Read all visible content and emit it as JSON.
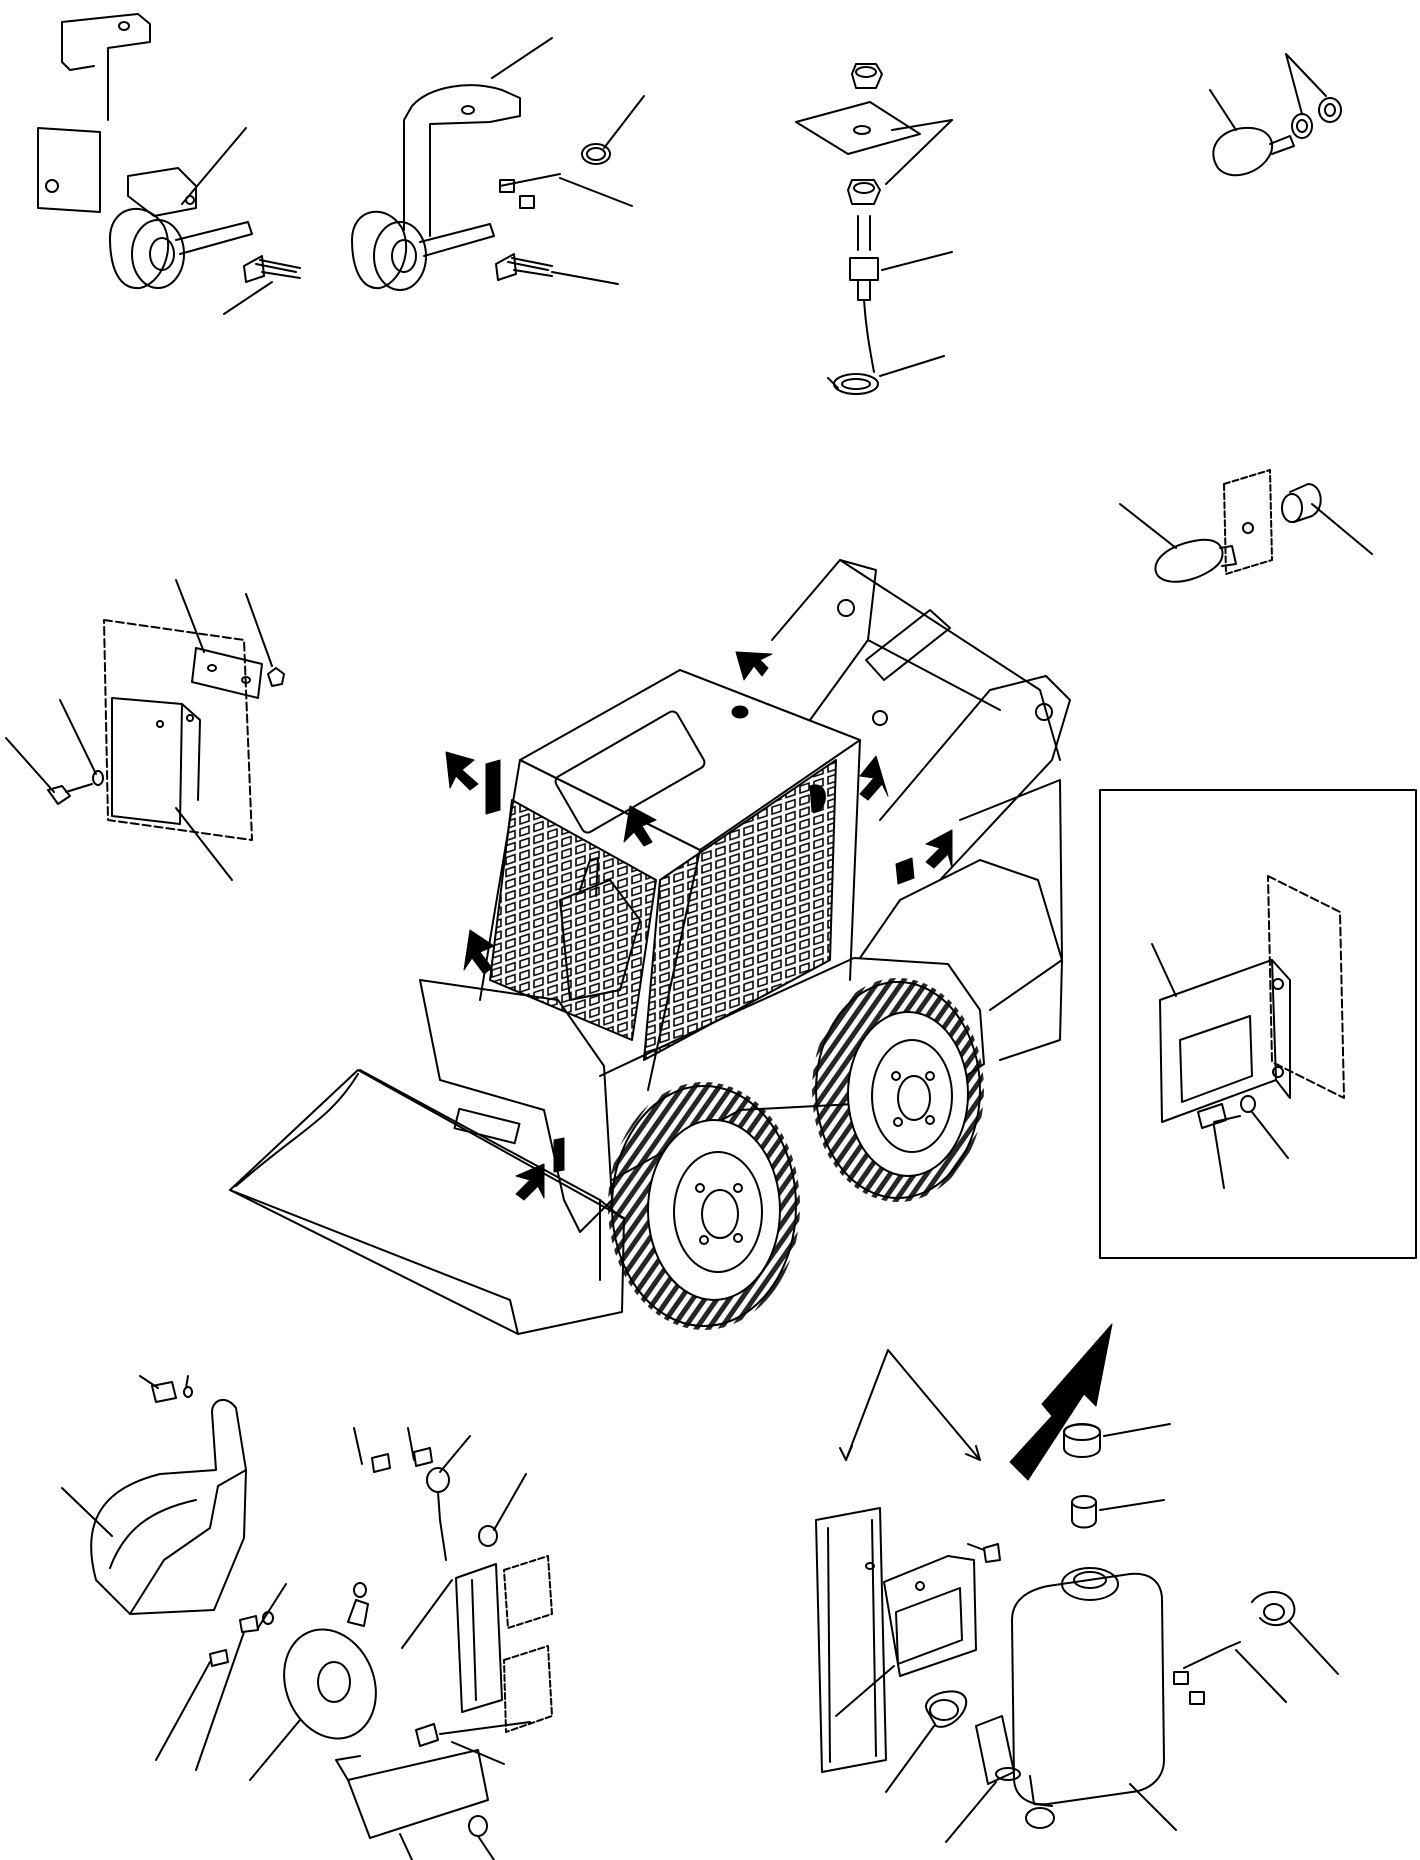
{
  "diagram": {
    "kind": "exploded parts diagram (no printed text)",
    "colors": {
      "ink": "#000000",
      "paper": "#ffffff"
    },
    "groups": [
      "horn-bracket-assembly-left",
      "horn-bracket-assembly-right",
      "fitting-nut-assembly",
      "cone-plug-with-nuts",
      "cone-plug-with-sleeve",
      "plate-mount-assembly",
      "skid-steer-loader",
      "inset-bracket-detail",
      "belt-cover-and-horn-assembly",
      "washer-tank-assembly"
    ]
  }
}
